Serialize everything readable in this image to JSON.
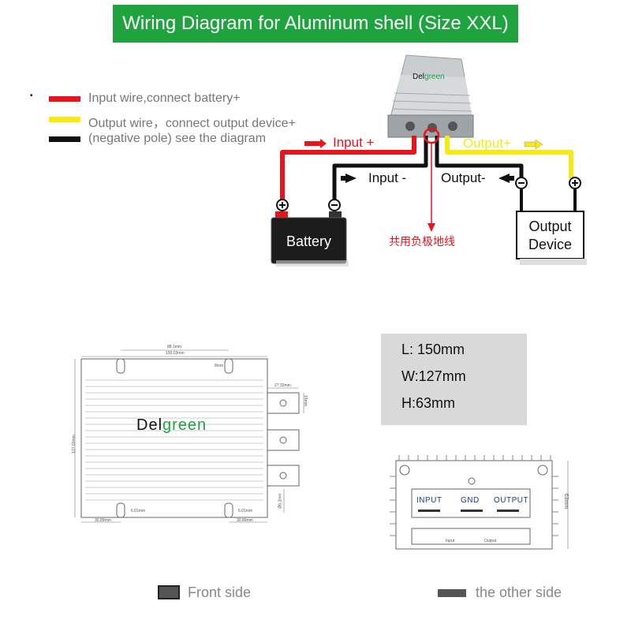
{
  "title": "Wiring Diagram for  Aluminum shell (Size XXL)",
  "legend": {
    "bullet": "•",
    "items": [
      {
        "color": "#e8141b",
        "text": "Input wire,connect battery+"
      },
      {
        "color": "#f5ea14",
        "text": "Output wire，connect  output device+"
      },
      {
        "color": "#111111",
        "text": "(negative pole) see the diagram"
      }
    ]
  },
  "converter": {
    "brand_a": "Del",
    "brand_b": "green"
  },
  "wires": {
    "input_pos": "Input +",
    "output_pos": "Output+",
    "input_neg": "Input -",
    "output_neg": "Output-",
    "common_ground": "共用负极地线"
  },
  "battery": {
    "label": "Battery",
    "plus": "+",
    "minus": "−"
  },
  "output_device": {
    "line1": "Output",
    "line2": "Device"
  },
  "front_drawing": {
    "brand_a": "Del",
    "brand_b": "green",
    "dims": {
      "top1": "88.1mm",
      "top2": "150.03mm",
      "slot": "8mm",
      "right1": "27.32mm",
      "right2": "18mm",
      "left": "127.02mm",
      "bottom_left1": "6.01mm",
      "bottom_left2": "30.89mm",
      "bottom_right1": "6.01mm",
      "bottom_right2": "30.89mm",
      "hole": "Ø6.2mm"
    }
  },
  "dimensions": {
    "l": "L: 150mm",
    "w": "W:127mm",
    "h": "H:63mm"
  },
  "side_drawing": {
    "input": "INPUT",
    "gnd": "GND",
    "output": "OUTPUT",
    "height": "63mm",
    "small_input": "Input",
    "small_output": "Output"
  },
  "captions": {
    "front": "Front side",
    "other": "the other side"
  },
  "colors": {
    "green": "#1ea33f",
    "red": "#e8141b",
    "yellow": "#f5ea14",
    "black": "#111111"
  }
}
